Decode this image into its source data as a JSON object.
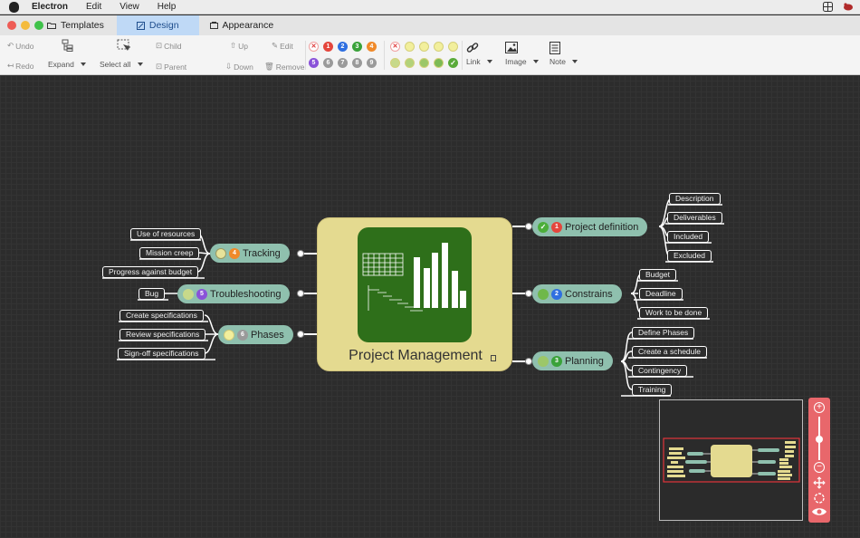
{
  "menubar": {
    "app": "Electron",
    "items": [
      "Edit",
      "View",
      "Help"
    ]
  },
  "tabs": {
    "templates": "Templates",
    "design": "Design",
    "appearance": "Appearance"
  },
  "toolbar": {
    "undo": "Undo",
    "redo": "Redo",
    "expand": "Expand",
    "select_all": "Select all",
    "child": "Child",
    "parent": "Parent",
    "up": "Up",
    "down": "Down",
    "edit": "Edit",
    "remove": "Remove",
    "link": "Link",
    "image": "Image",
    "note": "Note"
  },
  "priorities": [
    "1",
    "2",
    "3",
    "4",
    "5",
    "6",
    "7",
    "8",
    "9"
  ],
  "colors": {
    "selected_tab": "#bfd9f6",
    "main_node": "#8fc0ae",
    "central": "#e4da90",
    "zoom": "#e8676b"
  },
  "central": {
    "title": "Project Management"
  },
  "nodes": {
    "project_definition": {
      "label": "Project definition",
      "priority": "1",
      "children": [
        "Description",
        "Deliverables",
        "Included",
        "Excluded"
      ]
    },
    "constrains": {
      "label": "Constrains",
      "priority": "2",
      "children": [
        "Budget",
        "Deadline",
        "Work to be done"
      ]
    },
    "planning": {
      "label": "Planning",
      "priority": "3",
      "children": [
        "Define Phases",
        "Create a schedule",
        "Contingency",
        "Training"
      ]
    },
    "tracking": {
      "label": "Tracking",
      "priority": "4",
      "children": [
        "Use of resources",
        "Mission creep",
        "Progress against budget"
      ]
    },
    "troubleshooting": {
      "label": "Troubleshooting",
      "priority": "5",
      "children": [
        "Bug"
      ]
    },
    "phases": {
      "label": "Phases",
      "priority": "6",
      "children": [
        "Create specifications",
        "Review specifications",
        "Sign-off specifications"
      ]
    }
  }
}
